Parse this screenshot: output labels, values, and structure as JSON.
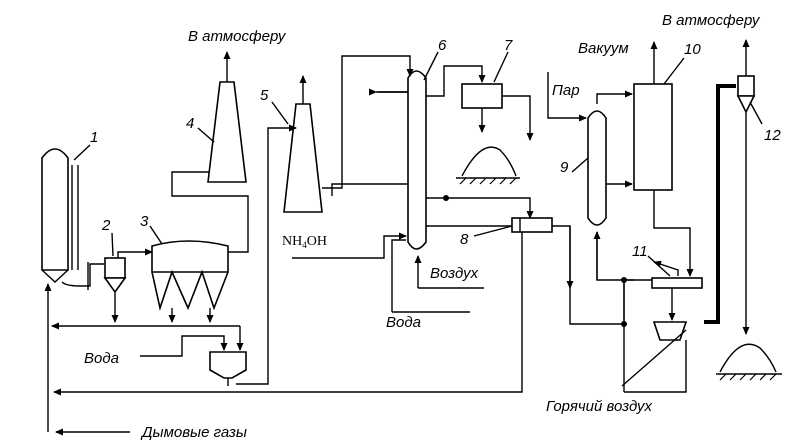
{
  "labels": {
    "atm_left": "В атмосферу",
    "atm_right": "В атмосферу",
    "vacuum": "Вакуум",
    "steam": "Пар",
    "water_1": "Вода",
    "water_2": "Вода",
    "air": "Воздух",
    "hot_air": "Горячий воздух",
    "flue_gases": "Дымовые газы",
    "nh4oh_main": "NH",
    "nh4oh_sub": "4",
    "nh4oh_end": "OH"
  },
  "numbers": {
    "n1": "1",
    "n2": "2",
    "n3": "3",
    "n4": "4",
    "n5": "5",
    "n6": "6",
    "n7": "7",
    "n8": "8",
    "n9": "9",
    "n10": "10",
    "n11": "11",
    "n12": "12"
  }
}
